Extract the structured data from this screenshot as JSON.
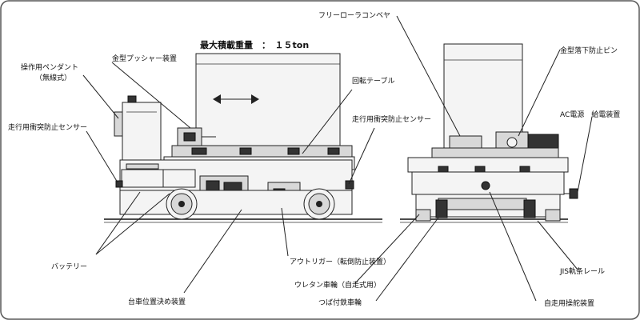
{
  "title": "最大積載重量　：　１５ton",
  "labels": {
    "pendant": "操作用ペンダント",
    "pendant_sub": "（無線式）",
    "pusher": "金型プッシャー装置",
    "sensor_left": "走行用衝突防止センサー",
    "turntable": "回転テーブル",
    "sensor_mid": "走行用衝突防止センサー",
    "battery": "バッテリー",
    "positioning": "台車位置決め装置",
    "outrigger": "アウトリガー（転倒防止装置）",
    "urethane": "ウレタン車輪（自走式用）",
    "flange": "つば付鉄車輪",
    "roller": "フリーローラコンベヤ",
    "drop_pin": "金型落下防止ピン",
    "ac_power": "AC電源　給電装置",
    "rail": "JIS軌条レール",
    "steering": "自走用操舵装置"
  }
}
